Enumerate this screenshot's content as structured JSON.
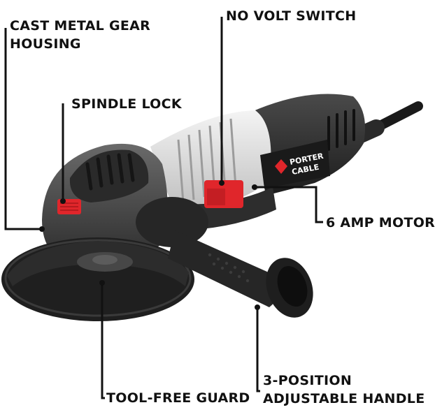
{
  "callouts": {
    "gear_housing": {
      "line1": "CAST METAL GEAR",
      "line2": "HOUSING"
    },
    "spindle_lock": "SPINDLE LOCK",
    "no_volt_switch": "NO VOLT SWITCH",
    "motor": "6 AMP MOTOR",
    "guard": "TOOL-FREE GUARD",
    "handle": {
      "line1": "3-POSITION",
      "line2": "ADJUSTABLE HANDLE"
    }
  },
  "brand": {
    "line1": "PORTER",
    "line2": "CABLE"
  },
  "colors": {
    "body_gray": "#3a3a3a",
    "dark": "#1e1e1e",
    "light_grip": "#e6e6e6",
    "accent_red": "#e0262b",
    "leader_line": "#111111"
  }
}
